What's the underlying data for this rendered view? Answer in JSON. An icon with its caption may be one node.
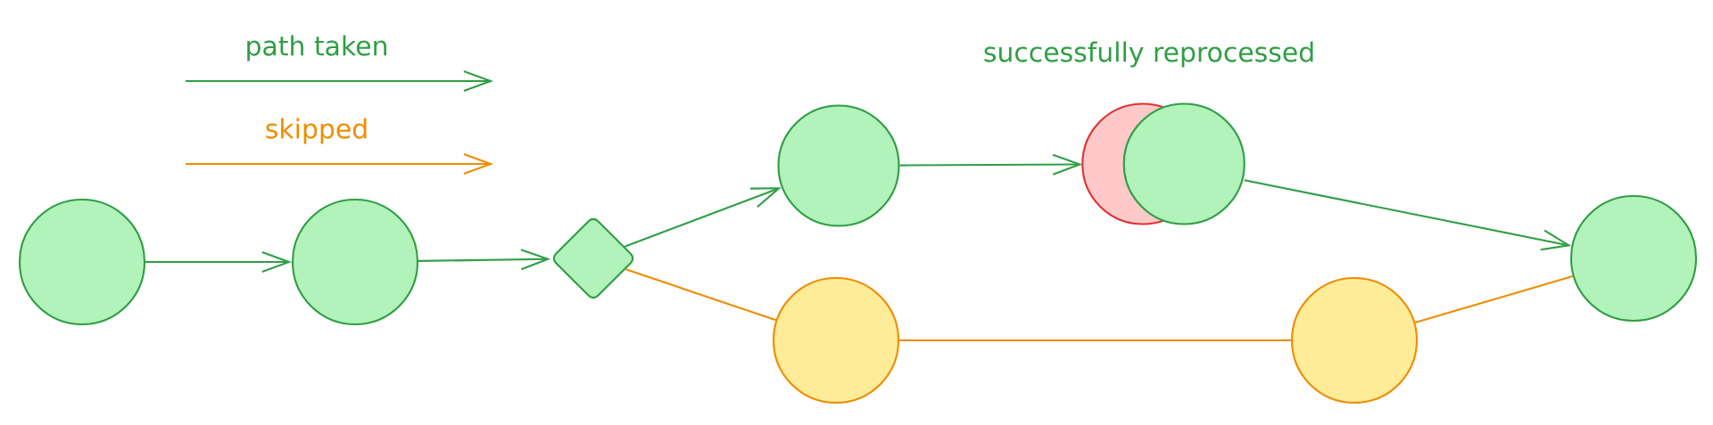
{
  "diagram": {
    "nodes": [
      {
        "text": [],
        "shape": "circle"
      },
      {
        "text": [],
        "shape": "circle"
      },
      {
        "text": [],
        "shape": "diamond"
      },
      {
        "text": [],
        "shape": "circle"
      },
      {
        "text": [],
        "shape": "circle",
        "beside": [
          "successfully reprocessed"
        ]
      },
      {
        "text": [],
        "shape": "circle"
      },
      {
        "text": [],
        "shape": "circle"
      },
      {
        "text": [],
        "shape": "circle"
      }
    ],
    "edges": [
      {
        "from": 0,
        "to": 1,
        "arrow": "to"
      },
      {
        "from": 1,
        "to": 2,
        "arrow": "to"
      },
      {
        "from": 2,
        "to": 3,
        "arrow": "to"
      },
      {
        "from": 3,
        "to": 4,
        "arrow": "to"
      },
      {
        "from": 4,
        "to": 5,
        "arrow": "to"
      },
      {
        "from": 2,
        "to": 6,
        "arrow": "none",
        "color": "#f08c00"
      },
      {
        "from": 6,
        "to": 7,
        "arrow": "none",
        "color": "#f08c00"
      },
      {
        "from": 7,
        "to": 5,
        "arrow": "none",
        "color": "#f08c00"
      }
    ],
    "legend": [
      {
        "text": "path taken"
      },
      {
        "text": "skipped"
      }
    ]
  }
}
